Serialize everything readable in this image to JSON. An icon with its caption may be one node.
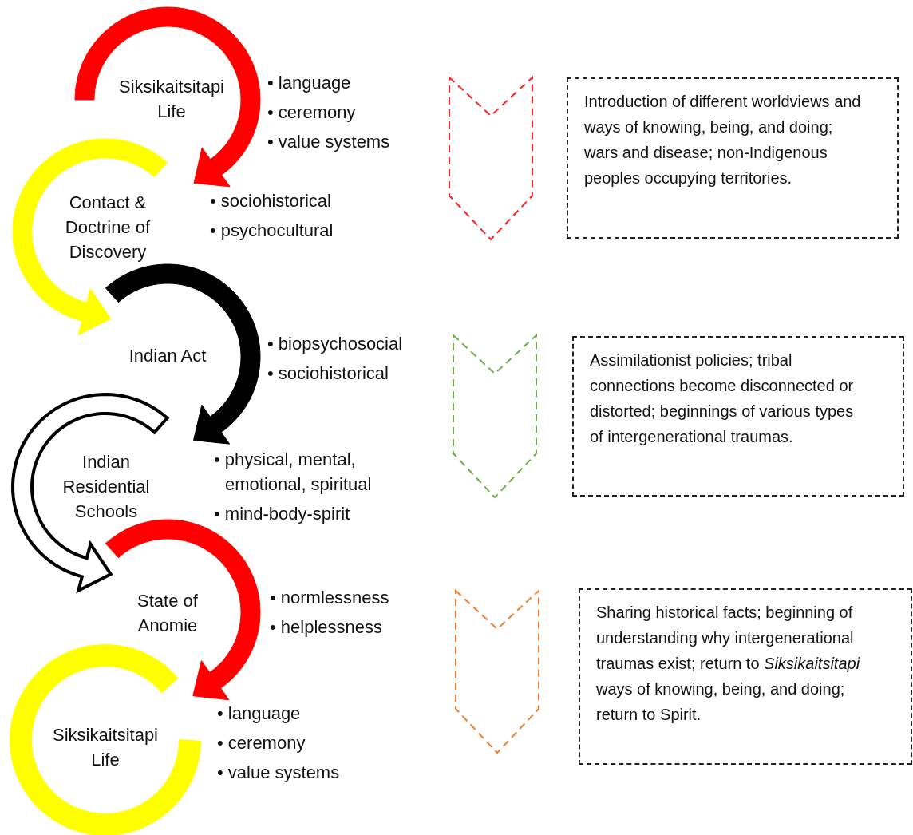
{
  "diagram": {
    "nodes": [
      {
        "text": [
          "Siksikaitsitapi Life"
        ],
        "beside": [
          "• language",
          "• ceremony",
          "• value systems"
        ]
      },
      {
        "text": [
          "Contact & Doctrine of Discovery"
        ],
        "beside": [
          "• sociohistorical",
          "• psychocultural"
        ]
      },
      {
        "text": [
          "Indian Act"
        ],
        "beside": [
          "• biopsychosocial",
          "• sociohistorical"
        ]
      },
      {
        "text": [
          "Indian Residential Schools"
        ],
        "beside": [
          "• physical, mental, emotional, spiritual",
          "• mind-body-spirit"
        ]
      },
      {
        "text": [
          "State of Anomie"
        ],
        "beside": [
          "• normlessness",
          "• helplessness"
        ]
      },
      {
        "text": [
          "Siksikaitsitapi Life"
        ],
        "beside": [
          "• language",
          "• ceremony",
          "• value systems"
        ]
      },
      {
        "text": [
          "Introduction of different worldviews and ways of knowing, being, and doing; wars and disease; non-Indigenous peoples occupying territories."
        ]
      },
      {
        "text": [
          "Assimilationist policies; tribal connections become disconnected or distorted; beginnings of various types of intergenerational traumas."
        ]
      },
      {
        "text": [
          "Sharing historical facts; beginning of understanding why intergenerational traumas exist; return to *Siksikaitsitapi* ways of knowing, being, and doing; return to Spirit."
        ]
      }
    ],
    "edges": [
      {
        "from": 0,
        "to": 1,
        "arrow": "to",
        "style": "thick",
        "color": "#ff0000"
      },
      {
        "from": 1,
        "to": 2,
        "arrow": "to",
        "style": "thick",
        "color": "#ffff00"
      },
      {
        "from": 2,
        "to": 3,
        "arrow": "to",
        "style": "thick",
        "color": "#000000"
      },
      {
        "from": 3,
        "to": 4,
        "arrow": "to",
        "style": "thick",
        "color": "#ffffff"
      },
      {
        "from": 4,
        "to": 5,
        "arrow": "to",
        "style": "thick",
        "color": "#ff0000"
      }
    ]
  }
}
